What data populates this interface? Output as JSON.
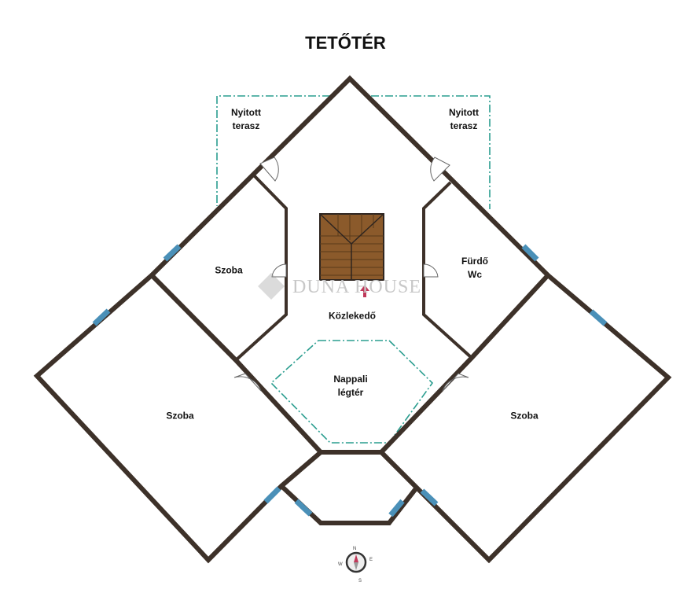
{
  "title": "TETŐTÉR",
  "rooms": {
    "terrace_left": [
      "Nyitott",
      "terasz"
    ],
    "terrace_right": [
      "Nyitott",
      "terasz"
    ],
    "room_small_left": "Szoba",
    "bathroom": [
      "Fürdő",
      "Wc"
    ],
    "hallway": "Közlekedő",
    "living_void": [
      "Nappali",
      "légtér"
    ],
    "room_left": "Szoba",
    "room_right": "Szoba"
  },
  "watermark": "DUNA HOUSE",
  "compass": {
    "n": "N",
    "e": "E",
    "s": "S",
    "w": "W"
  },
  "colors": {
    "wall": "#3d3129",
    "window": "#4a90b8",
    "dash": "#2a9d8f",
    "stairs": "#8b5a2b",
    "arrow": "#c0395a"
  }
}
